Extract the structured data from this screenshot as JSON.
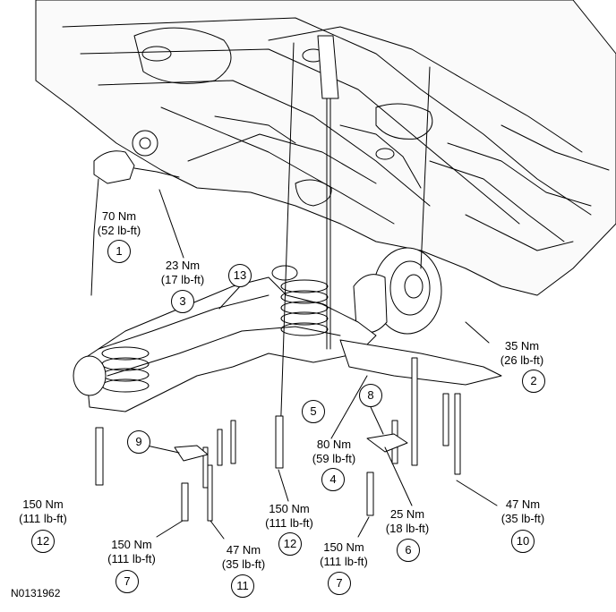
{
  "figure_id": "N0131962",
  "callouts": [
    {
      "id": "1",
      "torque_nm": "70 Nm",
      "torque_lbft": "(52 lb-ft)"
    },
    {
      "id": "2",
      "torque_nm": "35 Nm",
      "torque_lbft": "(26 lb-ft)"
    },
    {
      "id": "3",
      "torque_nm": "23 Nm",
      "torque_lbft": "(17 lb-ft)"
    },
    {
      "id": "4",
      "torque_nm": "80 Nm",
      "torque_lbft": "(59 lb-ft)"
    },
    {
      "id": "5"
    },
    {
      "id": "6",
      "torque_nm": "25 Nm",
      "torque_lbft": "(18 lb-ft)"
    },
    {
      "id": "7a",
      "label": "7",
      "torque_nm": "150 Nm",
      "torque_lbft": "(111 lb-ft)"
    },
    {
      "id": "7b",
      "label": "7",
      "torque_nm": "150 Nm",
      "torque_lbft": "(111 lb-ft)"
    },
    {
      "id": "8"
    },
    {
      "id": "9"
    },
    {
      "id": "10",
      "torque_nm": "47 Nm",
      "torque_lbft": "(35 lb-ft)"
    },
    {
      "id": "11",
      "torque_nm": "47 Nm",
      "torque_lbft": "(35 lb-ft)"
    },
    {
      "id": "12a",
      "label": "12",
      "torque_nm": "150 Nm",
      "torque_lbft": "(111 lb-ft)"
    },
    {
      "id": "12b",
      "label": "12",
      "torque_nm": "150 Nm",
      "torque_lbft": "(111 lb-ft)"
    },
    {
      "id": "13"
    }
  ],
  "text": {
    "c1": "1",
    "c2": "2",
    "c3": "3",
    "c4": "4",
    "c5": "5",
    "c6": "6",
    "c7a": "7",
    "c7b": "7",
    "c8": "8",
    "c9": "9",
    "c10": "10",
    "c11": "11",
    "c12a": "12",
    "c12b": "12",
    "c13": "13",
    "t1a": "70 Nm",
    "t1b": "(52 lb-ft)",
    "t2a": "35 Nm",
    "t2b": "(26 lb-ft)",
    "t3a": "23 Nm",
    "t3b": "(17 lb-ft)",
    "t4a": "80 Nm",
    "t4b": "(59 lb-ft)",
    "t6a": "25 Nm",
    "t6b": "(18 lb-ft)",
    "t7aa": "150 Nm",
    "t7ab": "(111 lb-ft)",
    "t7ba": "150 Nm",
    "t7bb": "(111 lb-ft)",
    "t10a": "47 Nm",
    "t10b": "(35 lb-ft)",
    "t11a": "47 Nm",
    "t11b": "(35 lb-ft)",
    "t12aa": "150 Nm",
    "t12ab": "(111 lb-ft)",
    "t12ba": "150 Nm",
    "t12bb": "(111 lb-ft)"
  }
}
